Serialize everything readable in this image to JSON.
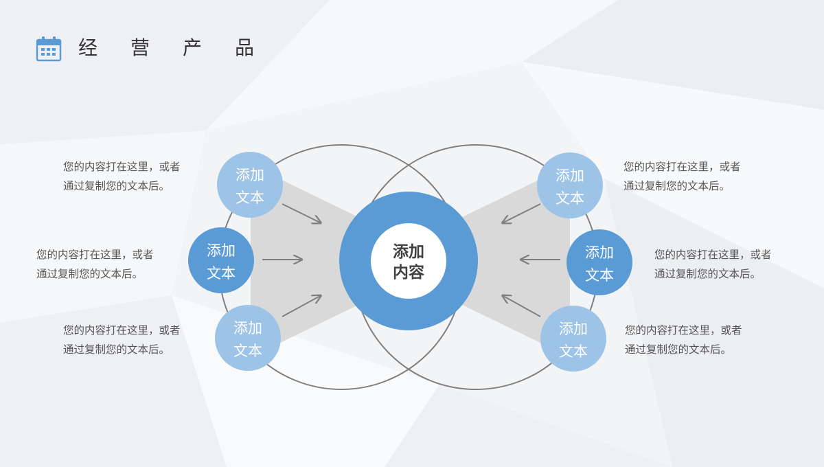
{
  "header": {
    "title": "经营产品",
    "icon": "calendar-icon",
    "accent_color": "#5b9bd5"
  },
  "center": {
    "label_line1": "添加",
    "label_line2": "内容"
  },
  "nodes": [
    {
      "id": "left-top",
      "line1": "添加",
      "line2": "文本"
    },
    {
      "id": "left-middle",
      "line1": "添加",
      "line2": "文本"
    },
    {
      "id": "left-bottom",
      "line1": "添加",
      "line2": "文本"
    },
    {
      "id": "right-top",
      "line1": "添加",
      "line2": "文本"
    },
    {
      "id": "right-middle",
      "line1": "添加",
      "line2": "文本"
    },
    {
      "id": "right-bottom",
      "line1": "添加",
      "line2": "文本"
    }
  ],
  "descriptions": [
    {
      "line1": "您的内容打在这里，或者",
      "line2": "通过复制您的文本后。"
    },
    {
      "line1": "您的内容打在这里，或者",
      "line2": "通过复制您的文本后。"
    },
    {
      "line1": "您的内容打在这里，或者",
      "line2": "通过复制您的文本后。"
    },
    {
      "line1": "您的内容打在这里，或者",
      "line2": "通过复制您的文本后。"
    },
    {
      "line1": "您的内容打在这里，或者",
      "line2": "通过复制您的文本后。"
    },
    {
      "line1": "您的内容打在这里，或者",
      "line2": "通过复制您的文本后。"
    }
  ],
  "colors": {
    "light_blue": "#9dc3e6",
    "dark_blue": "#5b9bd5",
    "ring_blue": "#5b9bd5",
    "outline_gray": "#7f7f7f",
    "shade_gray": "#d9d9d9",
    "arrow_gray": "#7f7f7f"
  }
}
